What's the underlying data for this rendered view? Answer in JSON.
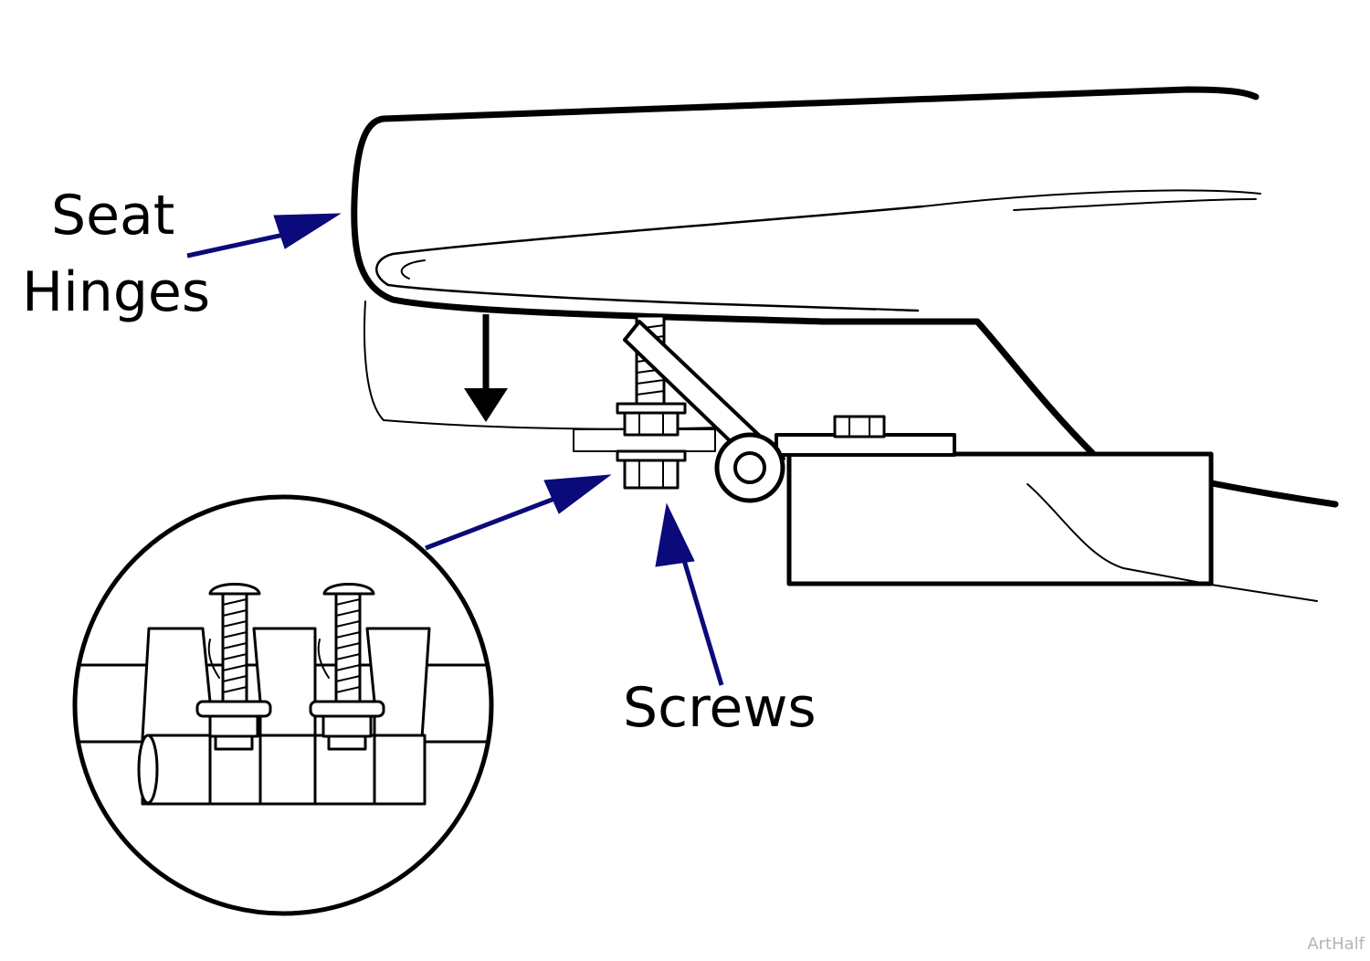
{
  "labels": {
    "seat": "Seat",
    "hinges": "Hinges",
    "screws": "Screws"
  },
  "watermark": "ArtHalf",
  "colors": {
    "line": "#000000",
    "callout_arrow": "#0a0a7a",
    "background": "#ffffff",
    "watermark": "#b5b5b5"
  },
  "icons": {
    "down_arrow": "arrow-down-icon",
    "callout": "callout-arrow-icon"
  }
}
